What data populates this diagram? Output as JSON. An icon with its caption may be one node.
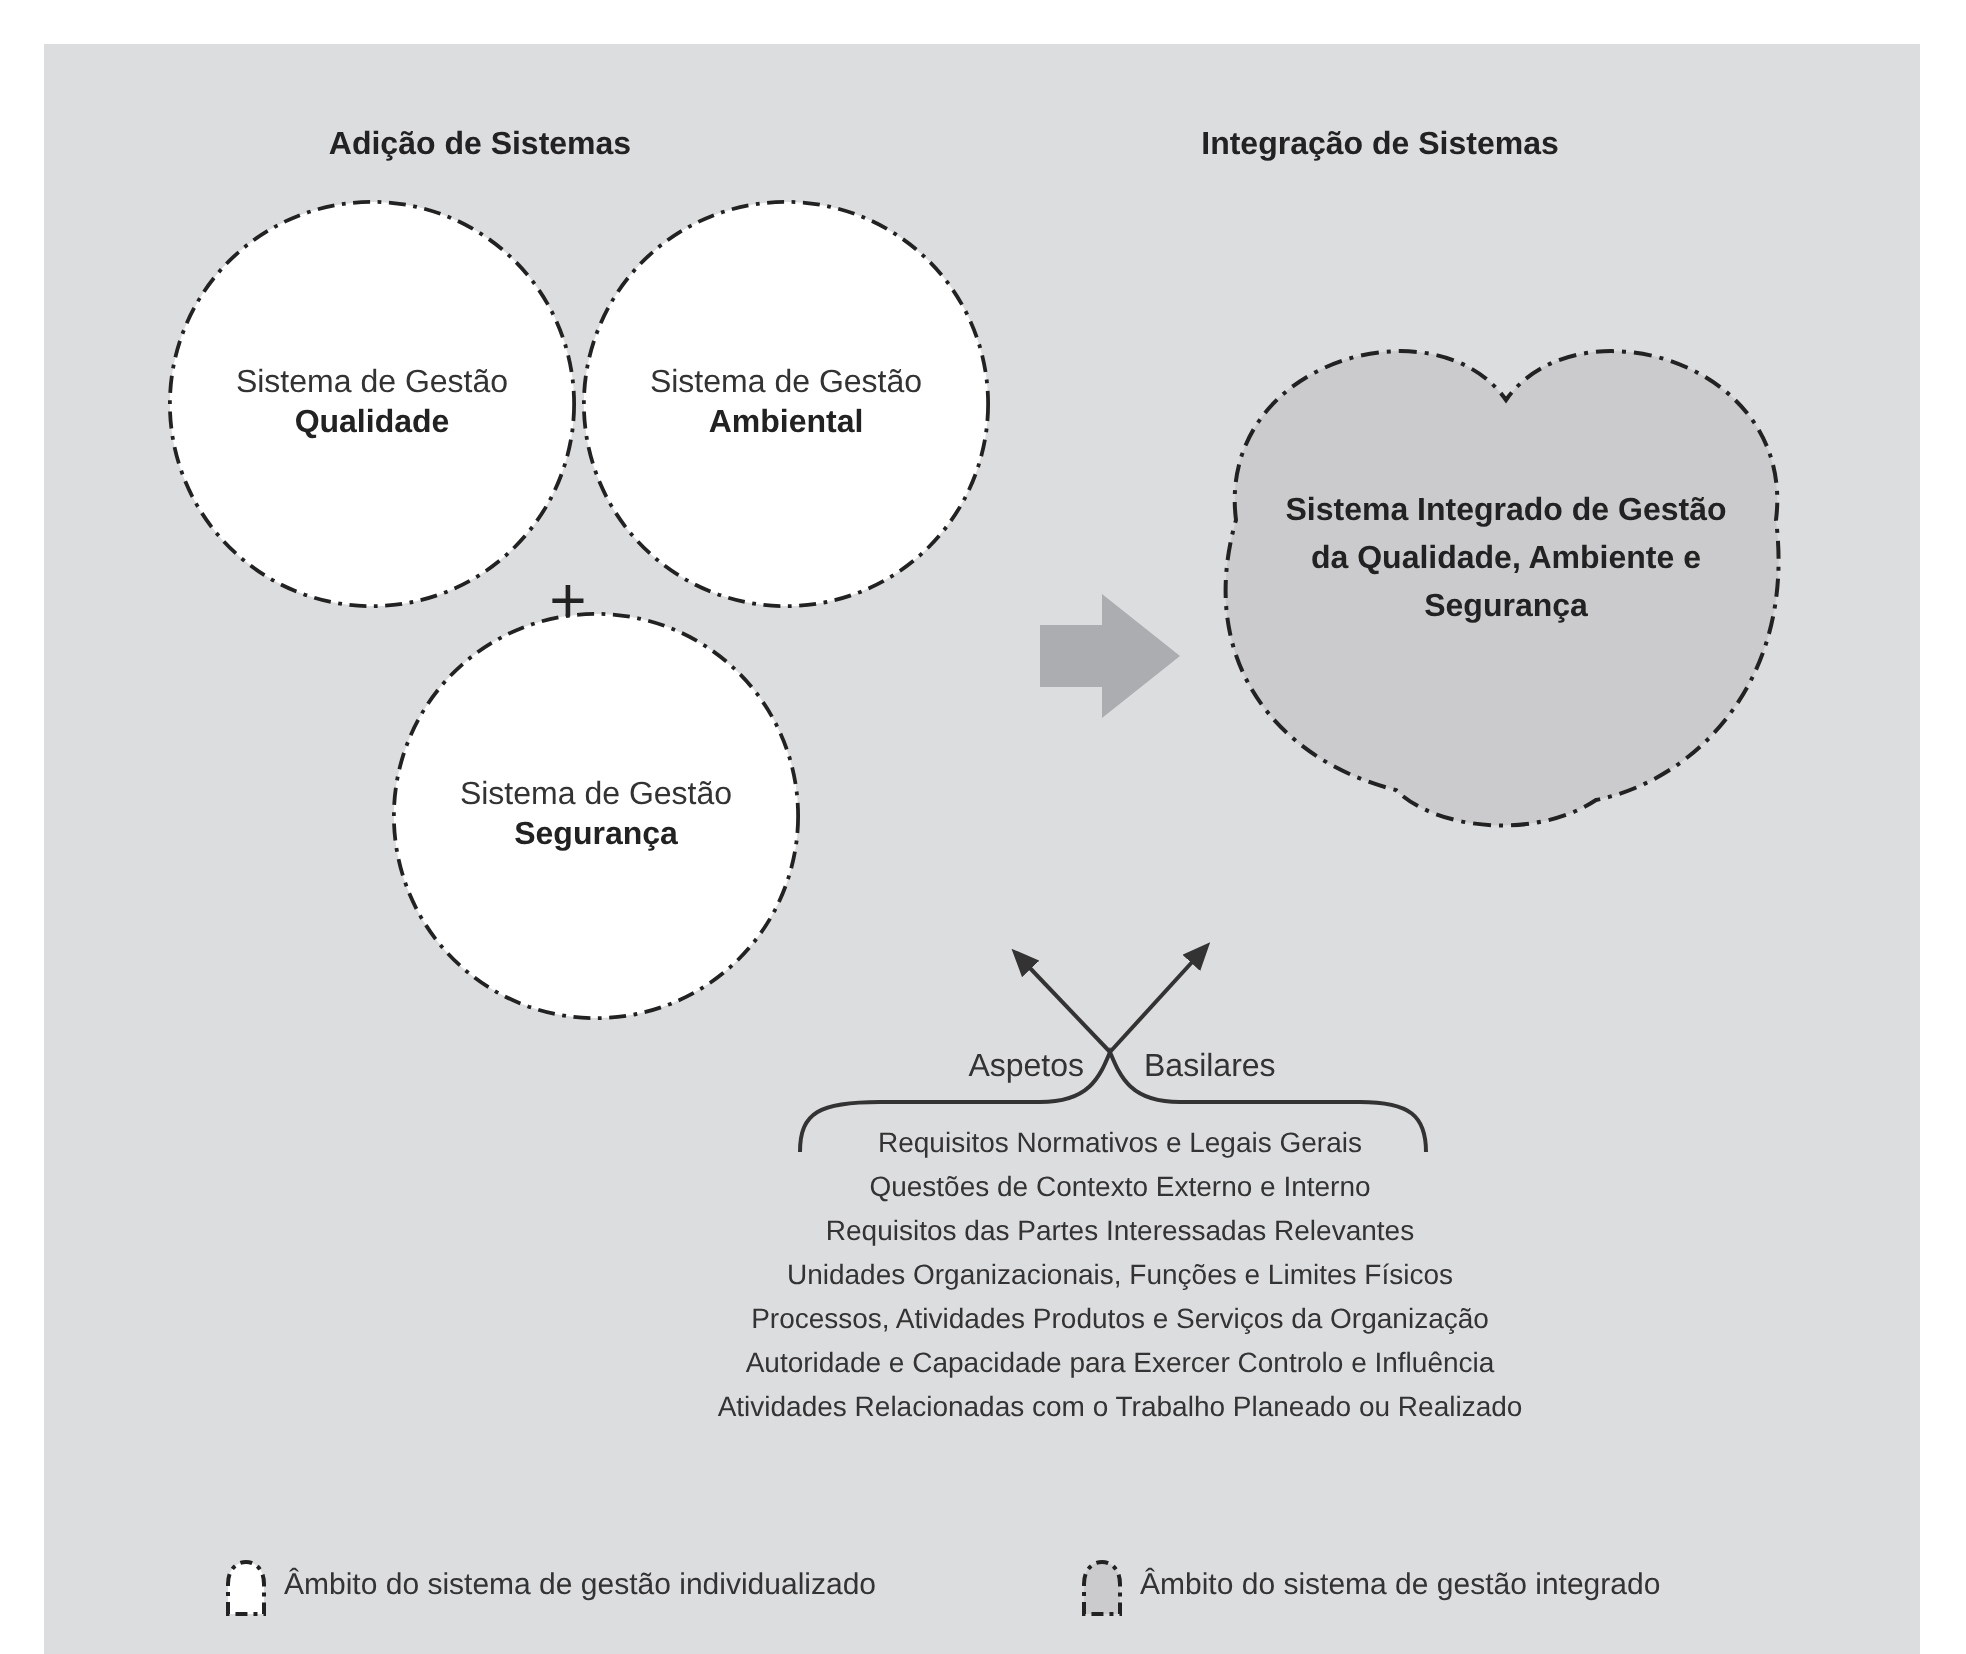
{
  "diagram": {
    "nodes": [
      {
        "text": [
          "Sistema de Gestão",
          "Qualidade"
        ]
      },
      {
        "text": [
          "Sistema de Gestão",
          "Ambiental"
        ]
      },
      {
        "text": [
          "Sistema de Gestão",
          "Segurança"
        ]
      },
      {
        "text": [
          "Sistema Integrado de Gestão da Qualidade, Ambiente e Segurança"
        ]
      },
      {
        "text": [
          "Aspetos",
          "Basilares",
          "Requisitos Normativos e Legais Gerais",
          "Questões de Contexto Externo e Interno",
          "Requisitos das Partes Interessadas Relevantes",
          "Unidades Organizacionais, Funções e Limites Físicos",
          "Processos, Atividades Produtos e Serviços da Organização",
          "Autoridade e Capacidade para Exercer Controlo e Influência",
          "Atividades Relacionadas com o Trabalho Planeado ou Realizado"
        ]
      }
    ],
    "edges": [
      {
        "from": null,
        "to": 3,
        "arrow": "to",
        "style": "thick",
        "color": "#acadb0"
      },
      {
        "from": 4,
        "to": null,
        "arrow": "to"
      },
      {
        "from": 4,
        "to": null,
        "arrow": "to"
      }
    ],
    "labels": [
      "Adição de Sistemas",
      "Integração de Sistemas",
      "+"
    ],
    "legend": [
      {
        "text": "Âmbito do sistema de gestão individualizado"
      },
      {
        "text": "Âmbito do sistema de gestão integrado"
      }
    ]
  }
}
